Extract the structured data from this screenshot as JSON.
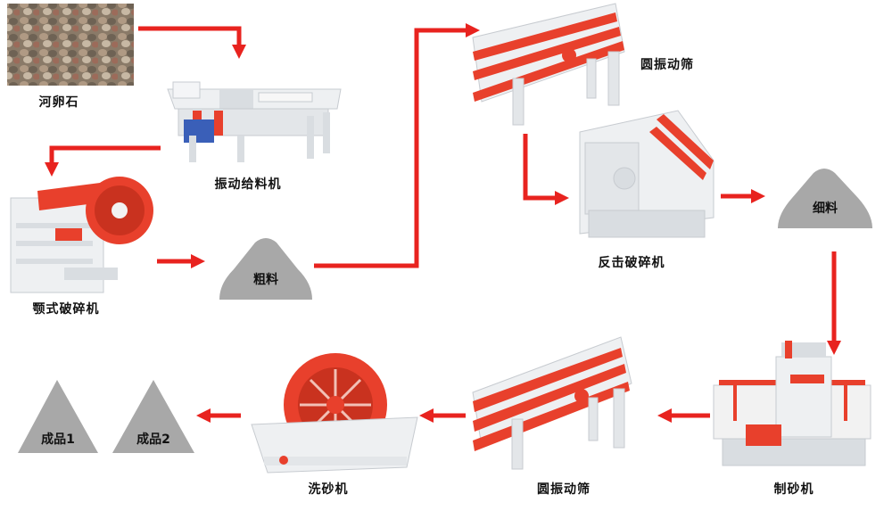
{
  "labels": {
    "river_pebble": "河卵石",
    "vibrating_feeder": "振动给料机",
    "jaw_crusher": "颚式破碎机",
    "coarse": "粗料",
    "vibrating_screen_1": "圆振动筛",
    "impact_crusher": "反击破碎机",
    "fine": "细料",
    "sand_maker": "制砂机",
    "vibrating_screen_2": "圆振动筛",
    "sand_washer": "洗砂机",
    "product_1": "成品1",
    "product_2": "成品2"
  },
  "colors": {
    "arrow": "#e8231f",
    "machine_red": "#e8402c",
    "machine_white": "#eef0f2",
    "pile_gray": "#a8a8a8"
  }
}
